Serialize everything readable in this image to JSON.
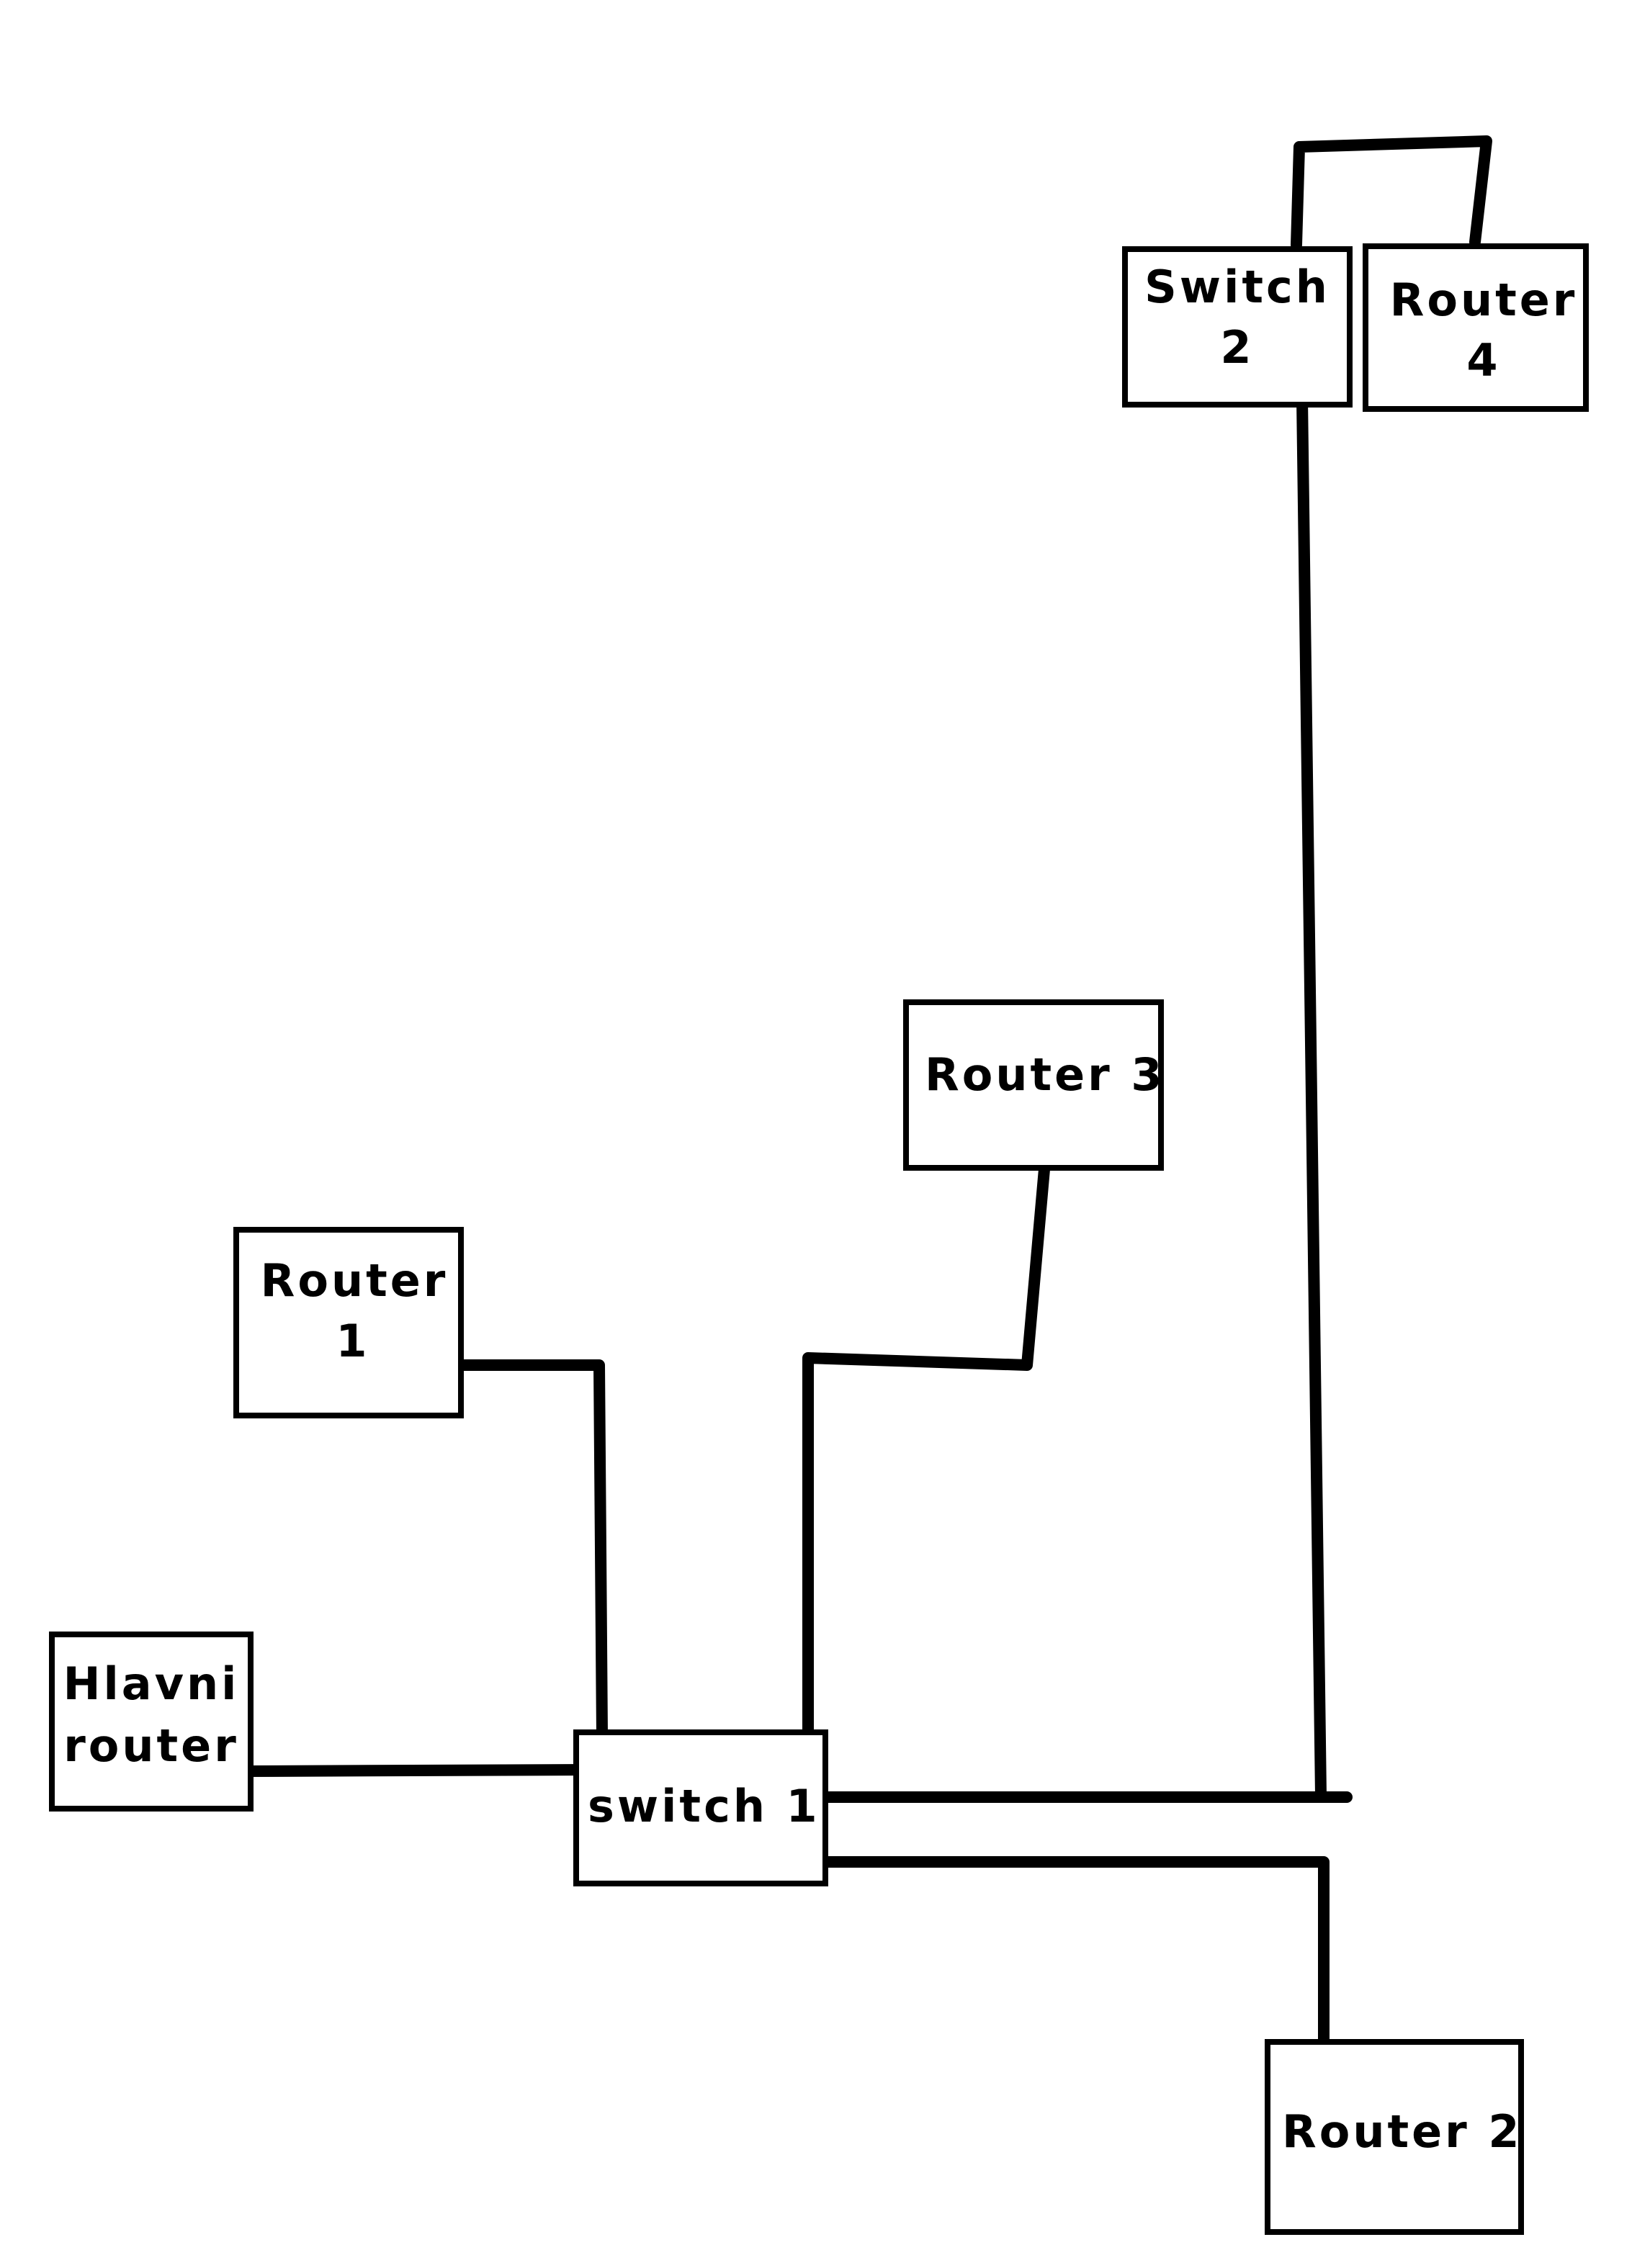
{
  "diagram": {
    "nodes": {
      "switch2": {
        "line1": "Switch",
        "line2": "2"
      },
      "router4": {
        "line1": "Router",
        "line2": "4"
      },
      "router3": {
        "line1": "Router 3"
      },
      "router1": {
        "line1": "Router",
        "line2": "1"
      },
      "hlavni": {
        "line1": "Hlavni",
        "line2": "router"
      },
      "switch1": {
        "line1": "switch 1"
      },
      "router2": {
        "line1": "Router 2"
      }
    },
    "connections": [
      [
        "switch2",
        "router4"
      ],
      [
        "switch2",
        "switch1"
      ],
      [
        "router2",
        "switch1"
      ],
      [
        "router1",
        "switch1"
      ],
      [
        "router3",
        "switch1"
      ],
      [
        "hlavni",
        "switch1"
      ]
    ]
  }
}
